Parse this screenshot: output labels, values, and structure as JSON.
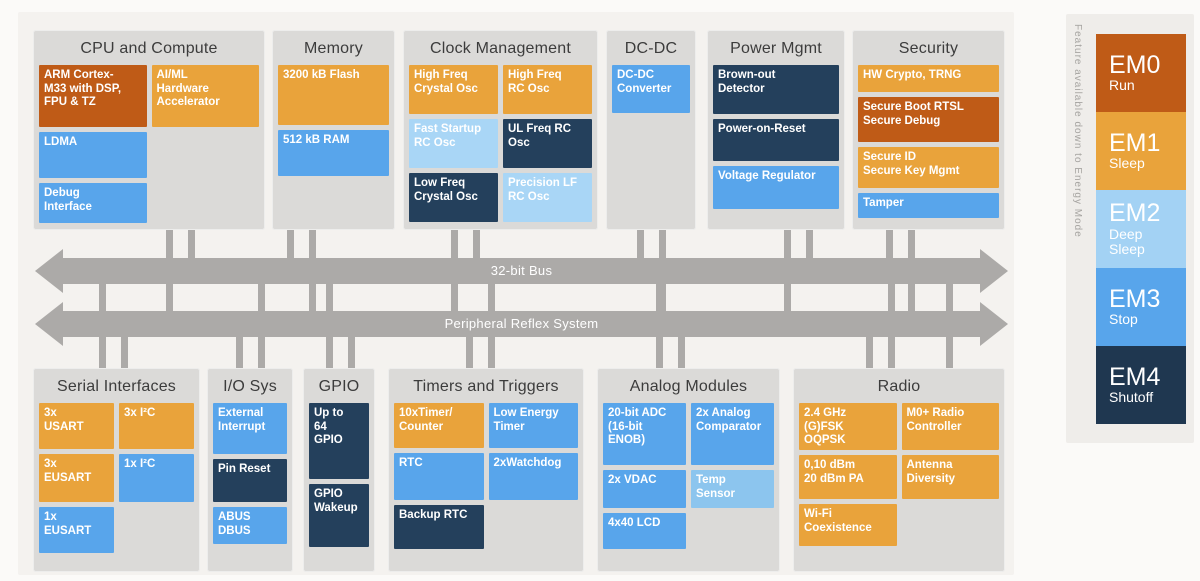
{
  "palette": {
    "rust": "#BF5B17",
    "orange": "#E9A33B",
    "blue": "#58A5EB",
    "light_blue": "#A9D6F6",
    "pale_blue": "#8CC5EE",
    "navy": "#24405C",
    "bus_gray": "#ACAAA8",
    "panel_gray": "#DBDAD8"
  },
  "buses": [
    {
      "label": "32-bit Bus"
    },
    {
      "label": "Peripheral Reflex System"
    }
  ],
  "top_panels": [
    {
      "title": "CPU and Compute",
      "tiles": [
        {
          "label": "ARM Cortex-\nM33 with DSP,\nFPU & TZ",
          "color": "#BF5B17"
        },
        {
          "label": "AI/ML\nHardware\nAccelerator",
          "color": "#E9A33B"
        },
        {
          "label": "LDMA",
          "color": "#58A5EB"
        },
        {
          "label": "Debug\nInterface",
          "color": "#58A5EB"
        }
      ]
    },
    {
      "title": "Memory",
      "tiles": [
        {
          "label": "3200 kB Flash",
          "color": "#E9A33B"
        },
        {
          "label": "512 kB RAM",
          "color": "#58A5EB"
        }
      ]
    },
    {
      "title": "Clock Management",
      "tiles": [
        {
          "label": "High Freq\nCrystal Osc",
          "color": "#E9A33B"
        },
        {
          "label": "High Freq\nRC Osc",
          "color": "#E9A33B"
        },
        {
          "label": "Fast Startup\nRC Osc",
          "color": "#A9D6F6"
        },
        {
          "label": "UL Freq RC\nOsc",
          "color": "#24405C"
        },
        {
          "label": "Low Freq\nCrystal Osc",
          "color": "#24405C"
        },
        {
          "label": "Precision LF\nRC Osc",
          "color": "#A9D6F6"
        }
      ]
    },
    {
      "title": "DC-DC",
      "tiles": [
        {
          "label": "DC-DC\nConverter",
          "color": "#58A5EB"
        }
      ]
    },
    {
      "title": "Power Mgmt",
      "tiles": [
        {
          "label": "Brown-out\nDetector",
          "color": "#24405C"
        },
        {
          "label": "Power-on-Reset",
          "color": "#24405C"
        },
        {
          "label": "Voltage Regulator",
          "color": "#58A5EB"
        }
      ]
    },
    {
      "title": "Security",
      "tiles": [
        {
          "label": "HW Crypto, TRNG",
          "color": "#E9A33B"
        },
        {
          "label": "Secure Boot RTSL\nSecure Debug",
          "color": "#BF5B17"
        },
        {
          "label": "Secure ID\nSecure Key Mgmt",
          "color": "#E9A33B"
        },
        {
          "label": "Tamper",
          "color": "#58A5EB"
        }
      ]
    }
  ],
  "bottom_panels": [
    {
      "title": "Serial Interfaces",
      "tiles": [
        {
          "label": "3x\nUSART",
          "color": "#E9A33B"
        },
        {
          "label": "3x I²C",
          "color": "#E9A33B"
        },
        {
          "label": "3x\nEUSART",
          "color": "#E9A33B"
        },
        {
          "label": "1x I²C",
          "color": "#58A5EB"
        },
        {
          "label": "1x\nEUSART",
          "color": "#58A5EB"
        }
      ]
    },
    {
      "title": "I/O Sys",
      "tiles": [
        {
          "label": "External\nInterrupt",
          "color": "#58A5EB"
        },
        {
          "label": "Pin Reset",
          "color": "#24405C"
        },
        {
          "label": "ABUS\nDBUS",
          "color": "#58A5EB"
        }
      ]
    },
    {
      "title": "GPIO",
      "tiles": [
        {
          "label": "Up to\n64\nGPIO",
          "color": "#24405C"
        },
        {
          "label": "GPIO\nWakeup",
          "color": "#24405C"
        }
      ]
    },
    {
      "title": "Timers and Triggers",
      "tiles": [
        {
          "label": "10xTimer/\nCounter",
          "color": "#E9A33B"
        },
        {
          "label": "Low Energy\nTimer",
          "color": "#58A5EB"
        },
        {
          "label": "RTC",
          "color": "#58A5EB"
        },
        {
          "label": "2xWatchdog",
          "color": "#58A5EB"
        },
        {
          "label": "Backup RTC",
          "color": "#24405C"
        }
      ]
    },
    {
      "title": "Analog Modules",
      "tiles": [
        {
          "label": "20-bit ADC\n(16-bit\nENOB)",
          "color": "#58A5EB"
        },
        {
          "label": "2x Analog\nComparator",
          "color": "#58A5EB"
        },
        {
          "label": "2x VDAC",
          "color": "#58A5EB"
        },
        {
          "label": "Temp\nSensor",
          "color": "#8CC5EE"
        },
        {
          "label": "4x40 LCD",
          "color": "#58A5EB"
        }
      ]
    },
    {
      "title": "Radio",
      "tiles": [
        {
          "label": "2.4 GHz\n(G)FSK\nOQPSK",
          "color": "#E9A33B"
        },
        {
          "label": "M0+ Radio\nController",
          "color": "#E9A33B"
        },
        {
          "label": "0,10 dBm\n20 dBm PA",
          "color": "#E9A33B"
        },
        {
          "label": "Antenna\nDiversity",
          "color": "#E9A33B"
        },
        {
          "label": "Wi-Fi\nCoexistence",
          "color": "#E9A33B"
        }
      ]
    }
  ],
  "sidebar": {
    "note": "Feature available down to Energy Mode",
    "modes": [
      {
        "name": "EM0",
        "sub": "Run",
        "color": "#BF5B17"
      },
      {
        "name": "EM1",
        "sub": "Sleep",
        "color": "#E9A33B"
      },
      {
        "name": "EM2",
        "sub": "Deep\nSleep",
        "color": "#A3D2F4"
      },
      {
        "name": "EM3",
        "sub": "Stop",
        "color": "#58A5EB"
      },
      {
        "name": "EM4",
        "sub": "Shutoff",
        "color": "#1F3750"
      }
    ]
  }
}
